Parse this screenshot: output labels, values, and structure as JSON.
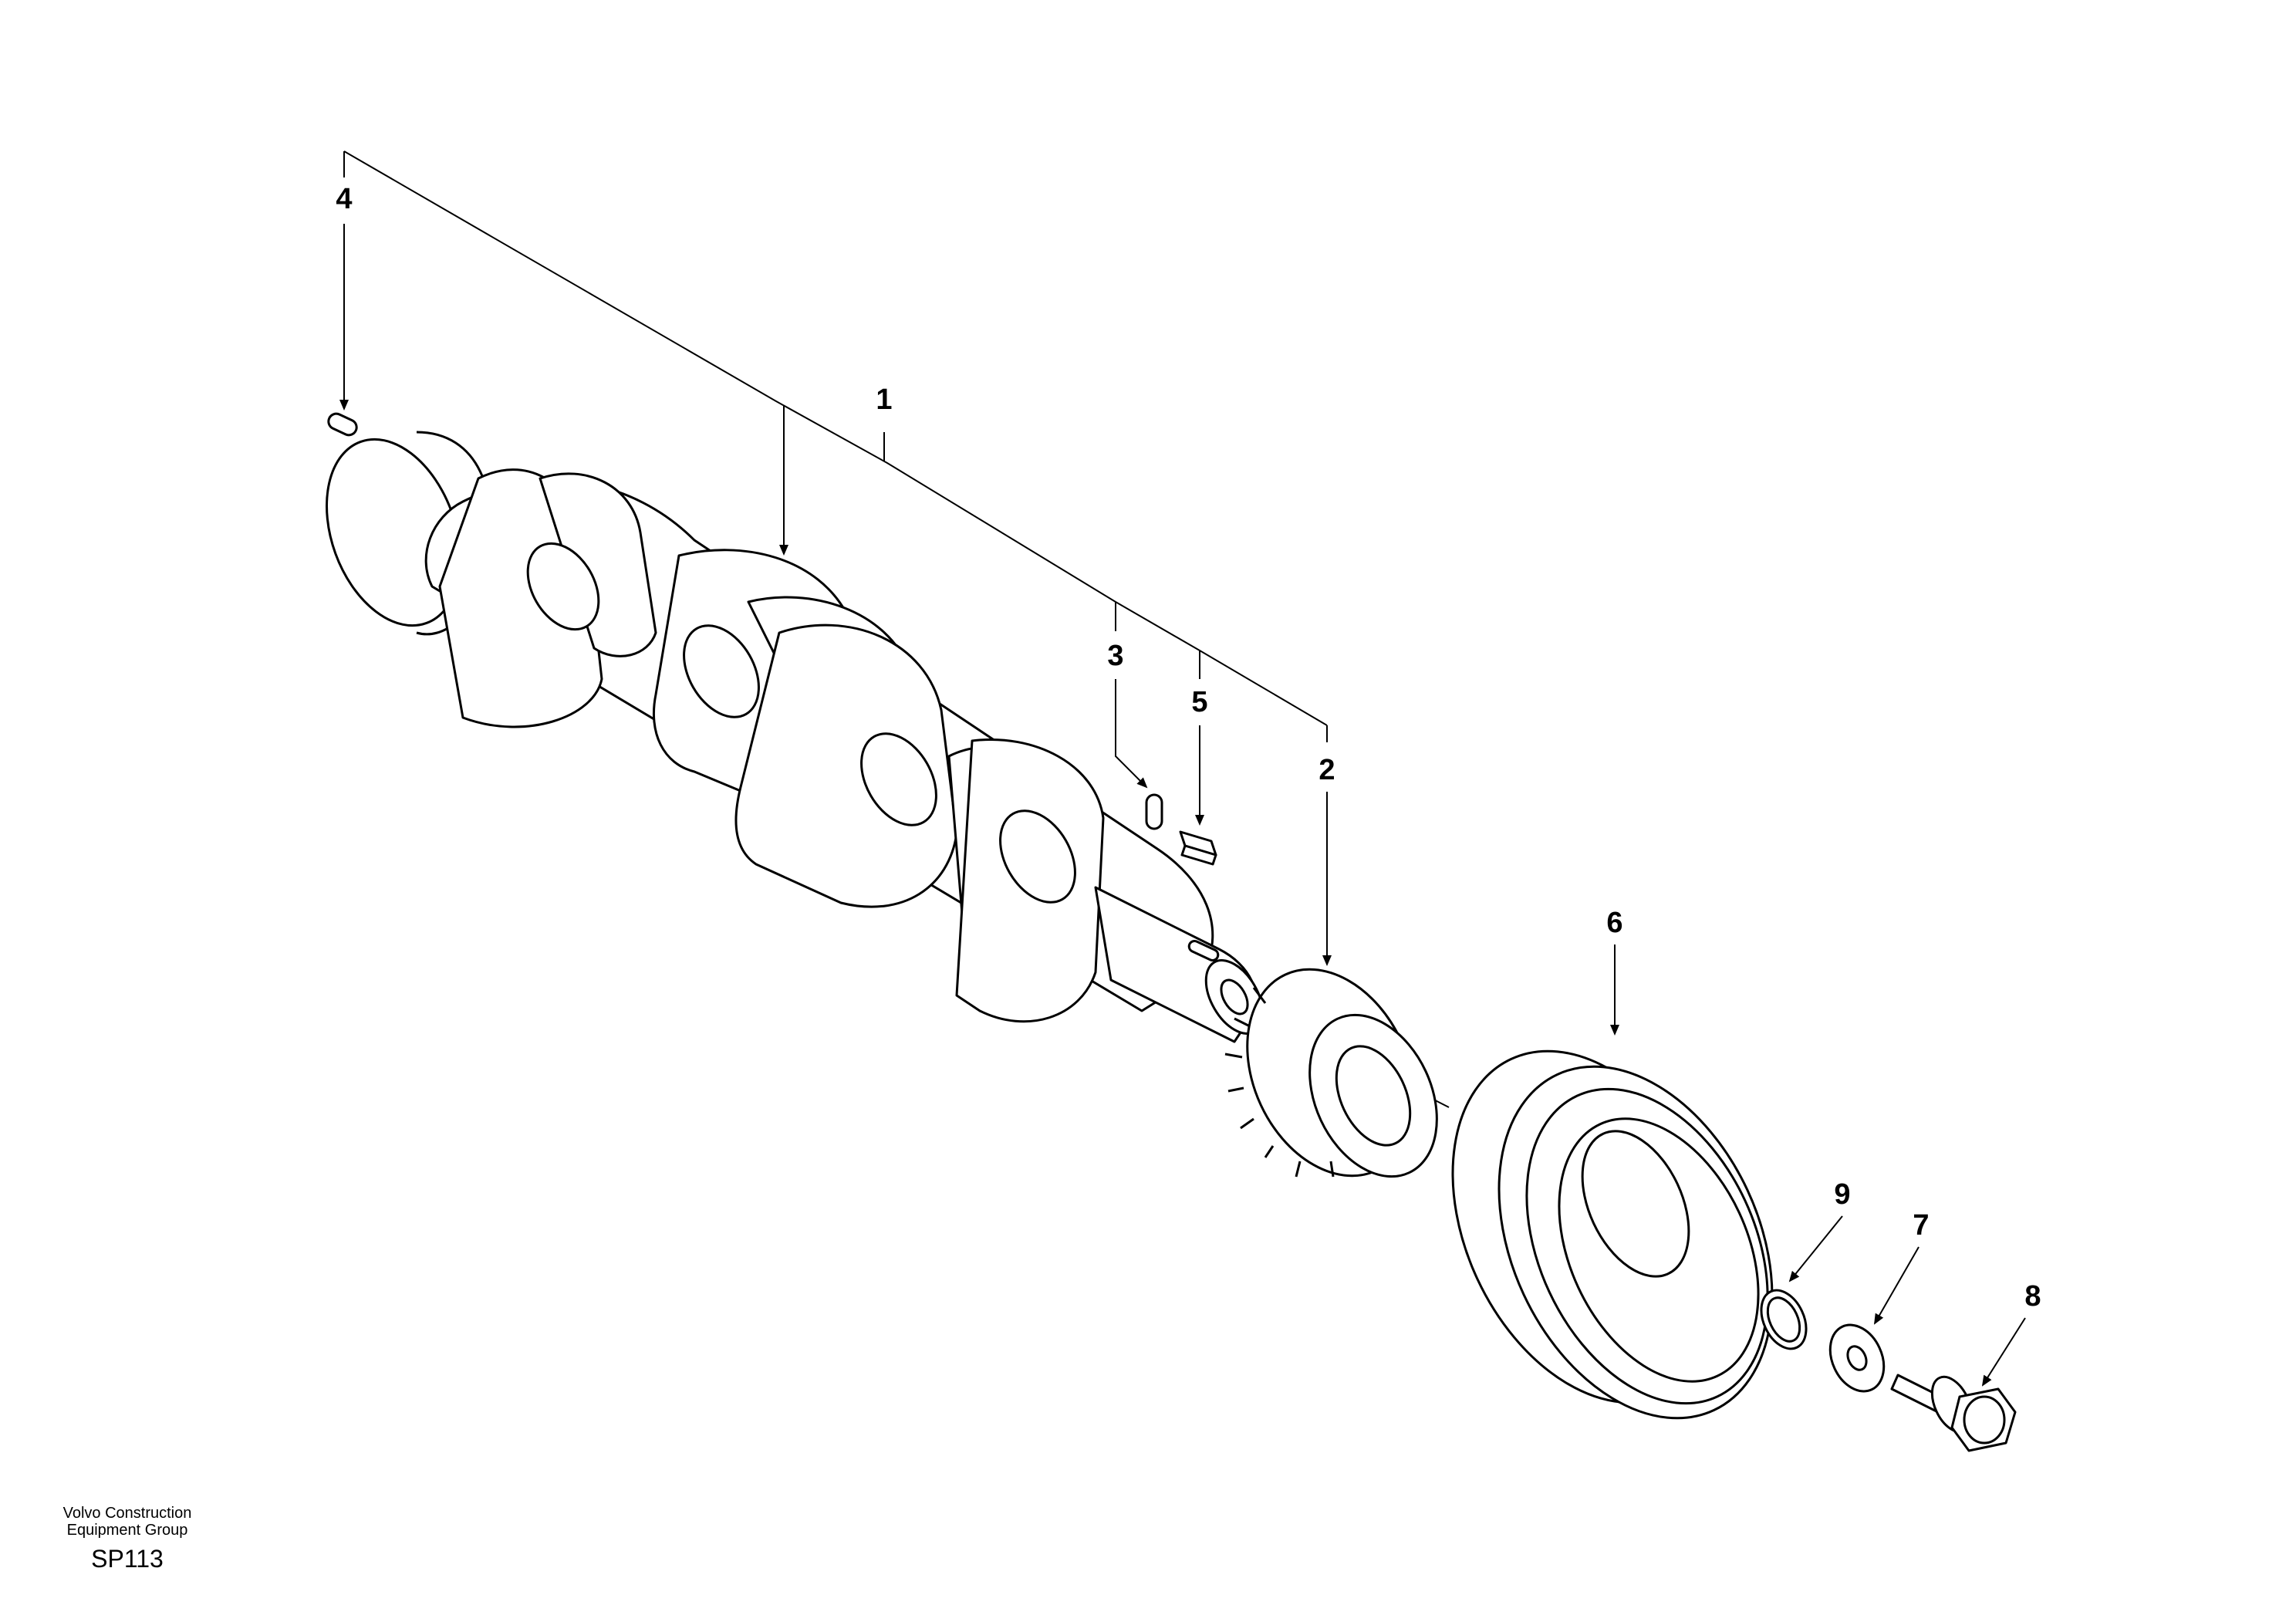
{
  "callouts": {
    "c1": "1",
    "c2": "2",
    "c3": "3",
    "c4": "4",
    "c5": "5",
    "c6": "6",
    "c7": "7",
    "c8": "8",
    "c9": "9"
  },
  "footer": {
    "line1": "Volvo Construction",
    "line2": "Equipment Group",
    "code": "SP113"
  }
}
